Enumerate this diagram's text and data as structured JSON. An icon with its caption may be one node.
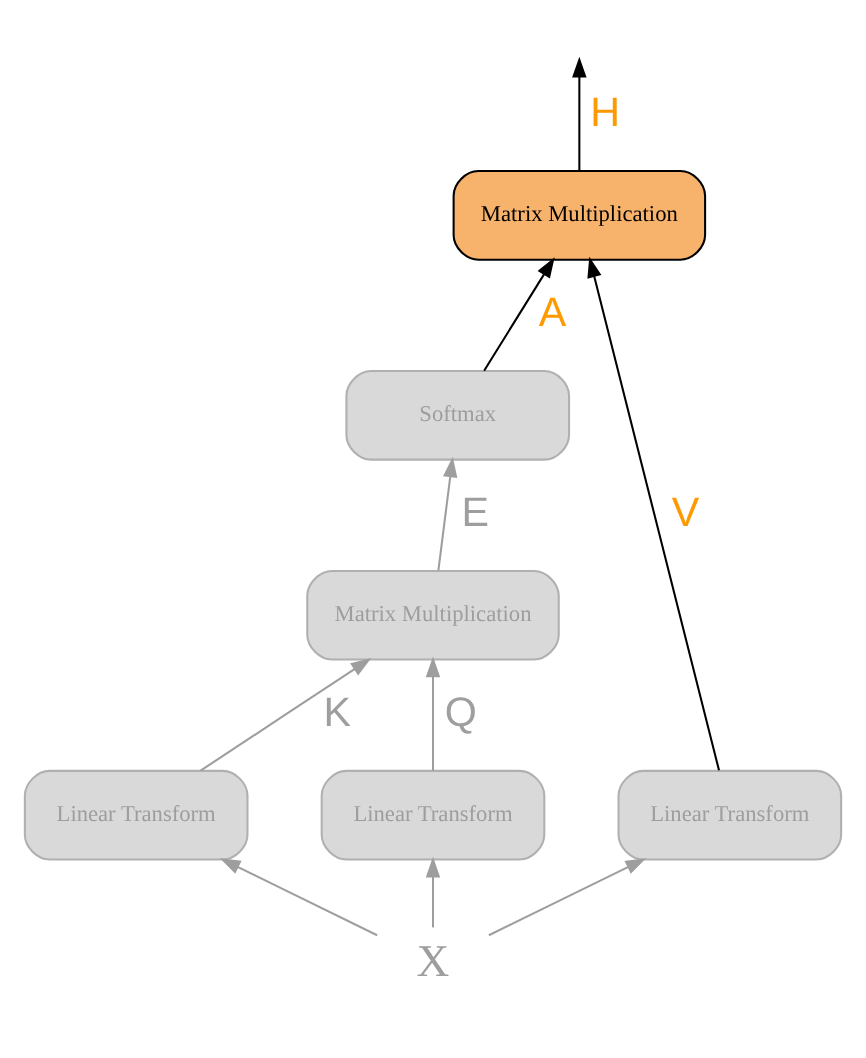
{
  "diagram": {
    "nodes": [
      {
        "text": [
          "Matrix Multiplication"
        ]
      },
      {
        "text": [
          "Softmax"
        ]
      },
      {
        "text": [
          "Matrix Multiplication"
        ]
      },
      {
        "text": [
          "Linear Transform"
        ]
      },
      {
        "text": [
          "Linear Transform"
        ]
      },
      {
        "text": [
          "Linear Transform"
        ]
      },
      {
        "text": [
          "X"
        ]
      }
    ],
    "edges": [
      {
        "from": 6,
        "to": 3,
        "arrow": "to"
      },
      {
        "from": 6,
        "to": 4,
        "arrow": "to"
      },
      {
        "from": 6,
        "to": 5,
        "arrow": "to"
      },
      {
        "from": 3,
        "to": 2,
        "arrow": "to",
        "label": "K"
      },
      {
        "from": 4,
        "to": 2,
        "arrow": "to",
        "label": "Q"
      },
      {
        "from": 2,
        "to": 1,
        "arrow": "to",
        "label": "E"
      },
      {
        "from": 1,
        "to": 0,
        "arrow": "to",
        "label": "A",
        "color": "#000000"
      },
      {
        "from": 5,
        "to": 0,
        "arrow": "to",
        "label": "V",
        "color": "#000000"
      },
      {
        "from": 0,
        "to": null,
        "arrow": "to",
        "label": "H",
        "color": "#000000"
      }
    ]
  }
}
